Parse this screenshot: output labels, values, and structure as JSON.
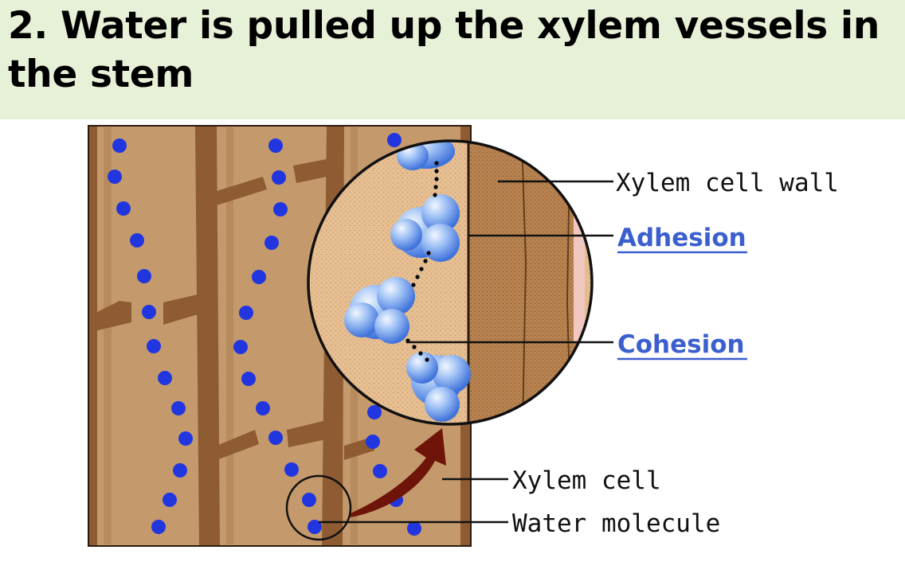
{
  "slide": {
    "title": "2. Water is pulled up the xylem vessels in the stem"
  },
  "diagram": {
    "labels": {
      "cell_wall": "Xylem cell wall",
      "adhesion": "Adhesion",
      "cohesion": "Cohesion",
      "xylem_cell": "Xylem cell",
      "water_molecule": "Water molecule"
    },
    "colors": {
      "cell_fill": "#c49a6c",
      "cell_wall": "#8e5b32",
      "water_dot": "#2236e0",
      "link_label": "#3b5fcf",
      "arrow": "#6e1408",
      "title_band": "#e6f1d8"
    }
  }
}
